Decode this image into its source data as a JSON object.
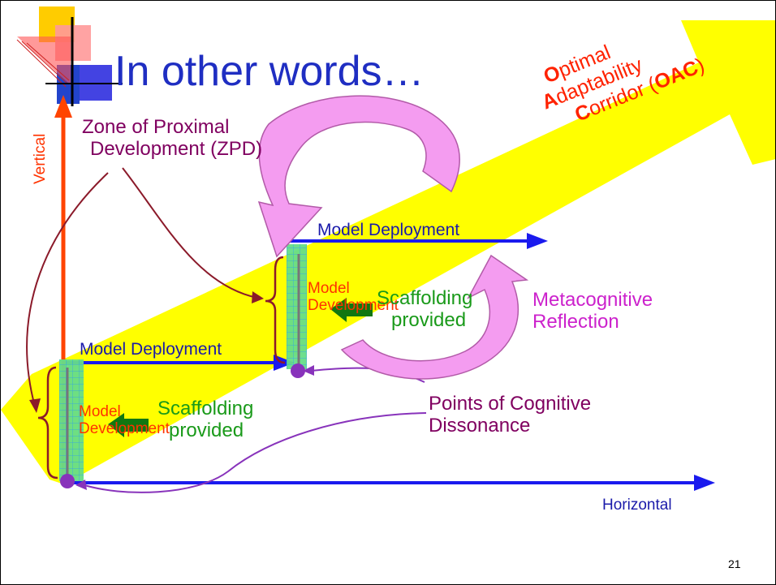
{
  "slide": {
    "title": "In other words…",
    "page_number": "21"
  },
  "axes": {
    "vertical_label": "Vertical",
    "horizontal_label": "Horizontal"
  },
  "labels": {
    "zpd_line1": "Zone of Proximal",
    "zpd_line2": "Development (ZPD)",
    "model_deployment_top": "Model Deployment",
    "model_deployment_bottom": "Model Deployment",
    "model_development_line1": "Model",
    "model_development_line2": "Development",
    "scaffolding_top_line1": "Scaffolding",
    "scaffolding_top_line2": "provided",
    "scaffolding_bottom_line1": "Scaffolding",
    "scaffolding_bottom_line2": "provided",
    "metacognitive_line1": "Metacognitive",
    "metacognitive_line2": "Reflection",
    "points_line1": "Points of Cognitive",
    "points_line2": "Dissonance"
  },
  "corridor": {
    "line1_bold": "O",
    "line1_rest": "ptimal",
    "line2_bold": "A",
    "line2_rest": "daptability",
    "line3_bold": "C",
    "line3_rest": "orridor (",
    "line3_abbr": "OAC",
    "line3_end": ")"
  },
  "colors": {
    "title": "#1f2ec2",
    "corridor": "#ffff00",
    "vertical_axis": "#ff4400",
    "horizontal_axis": "#1a1aee",
    "zpd_text": "#800060",
    "scaffold_text": "#1a9a1a",
    "metacog_text": "#cc22cc",
    "cycle_arrow": "#f49cf0"
  }
}
